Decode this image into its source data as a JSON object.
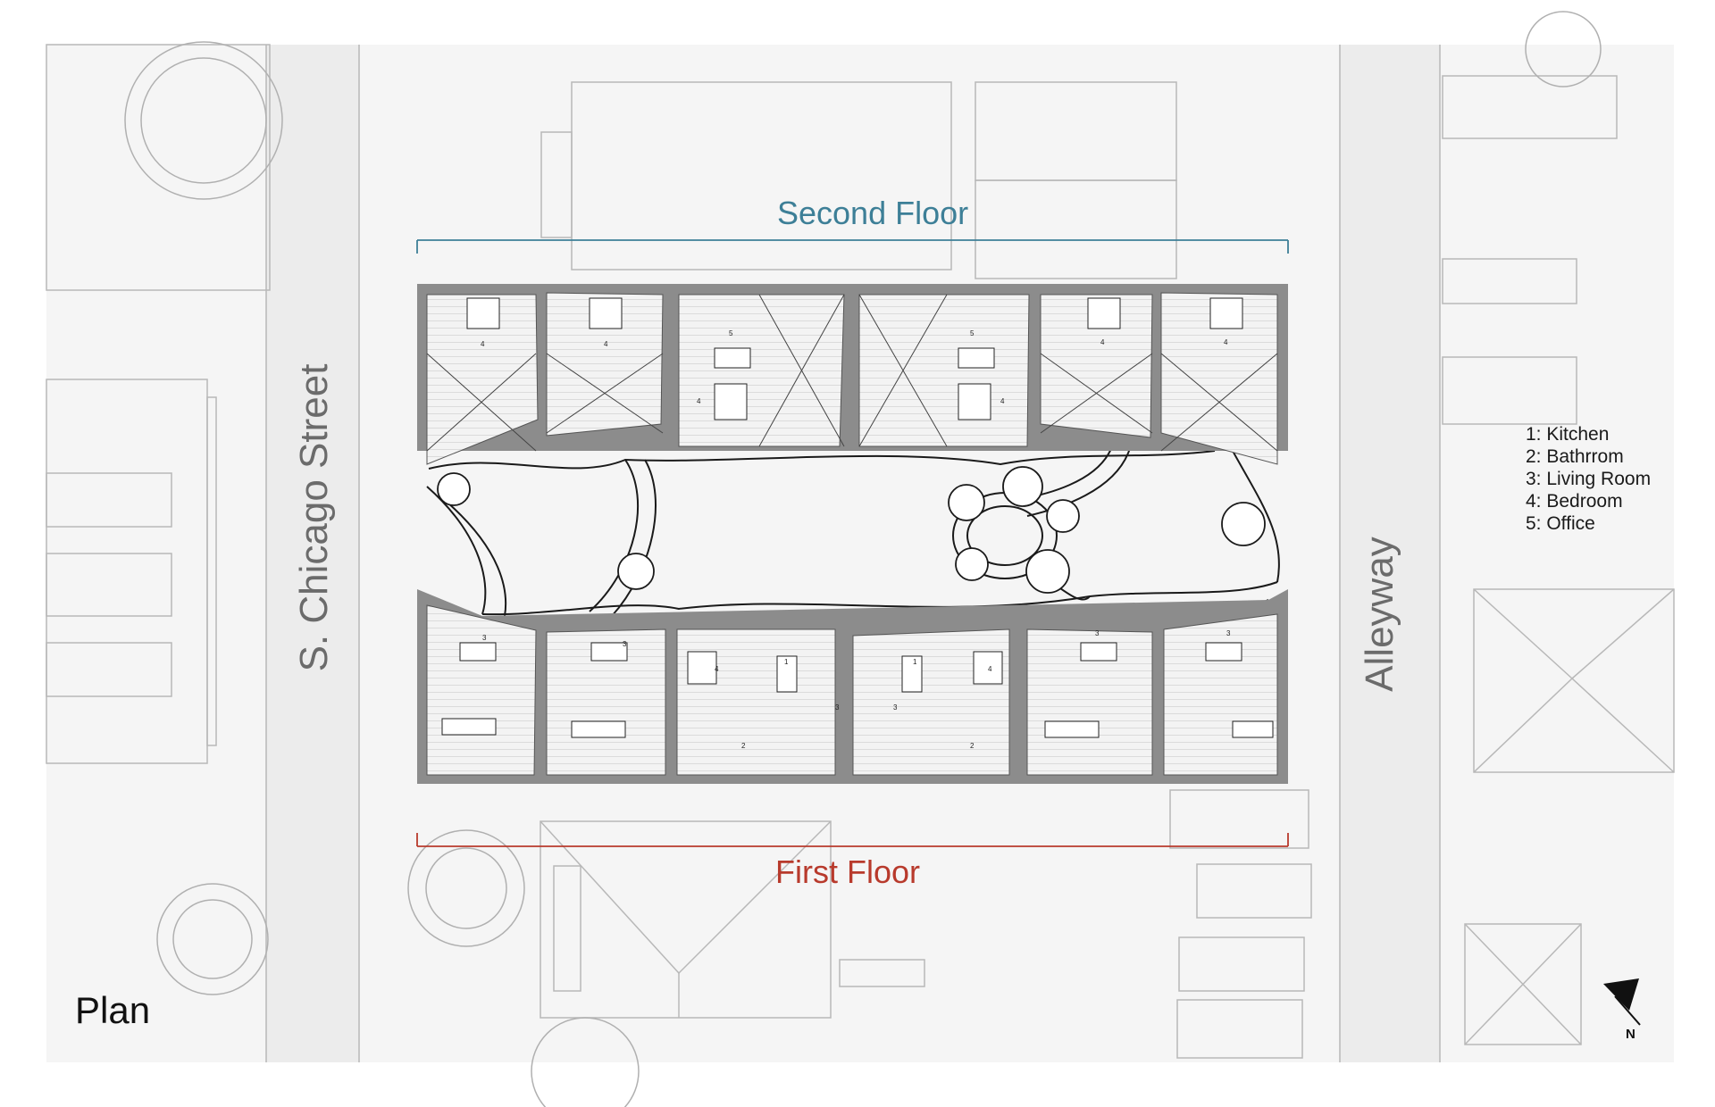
{
  "title": "Plan",
  "floors": {
    "second": "Second Floor",
    "first": "First Floor"
  },
  "streets": {
    "left": "S. Chicago Street",
    "right": "Alleyway"
  },
  "legend": [
    "1: Kitchen",
    "2: Bathrrom",
    "3: Living Room",
    "4: Bedroom",
    "5: Office"
  ],
  "north": "N",
  "colors": {
    "wall": "#8c8c8c",
    "context": "#b8b8b8",
    "street": "#f4f4f4",
    "second_floor_accent": "#3d7f97",
    "first_floor_accent": "#b83a2c",
    "furniture_accent": "#d9826f"
  }
}
